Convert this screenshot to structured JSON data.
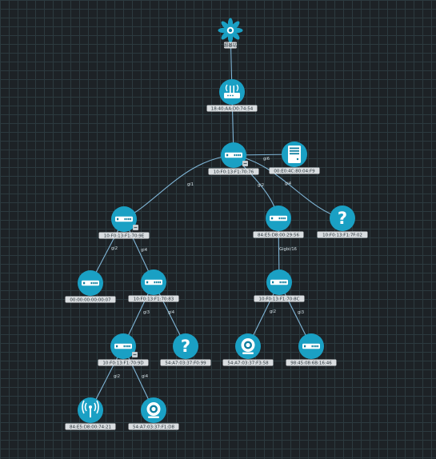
{
  "colors": {
    "node": "#1aa0c4",
    "node_dark": "#0f7fa0",
    "link": "#7fb5d6",
    "label_bg": "#d9dde0",
    "canvas": "#1d2226"
  },
  "nodes": [
    {
      "id": "root",
      "label": "超基站",
      "icon": "flower-icon",
      "kind": "gateway"
    },
    {
      "id": "router",
      "label": "18:40:AA:D0:74:54",
      "icon": "router-icon",
      "kind": "router"
    },
    {
      "id": "core",
      "label": "10:F0:13:F1:70:76",
      "icon": "switch-icon",
      "kind": "switch",
      "badge": true
    },
    {
      "id": "server",
      "label": "00:E0:4C:80:04:F9",
      "icon": "server-icon",
      "kind": "server"
    },
    {
      "id": "sw-left",
      "label": "10:F0:13:F1:70:9E",
      "icon": "switch-icon",
      "kind": "switch",
      "badge": true
    },
    {
      "id": "sw-right",
      "label": "84:E5:D8:00:29:56",
      "icon": "switch-icon",
      "kind": "switch"
    },
    {
      "id": "unk1",
      "label": "10:F0:13:F1:7F:02",
      "icon": "question-icon",
      "kind": "unknown"
    },
    {
      "id": "dev0",
      "label": "00:00:00:00:00:07",
      "icon": "switch-icon",
      "kind": "switch"
    },
    {
      "id": "sw-l2",
      "label": "10:F0:13:F1:70:83",
      "icon": "switch-icon",
      "kind": "switch"
    },
    {
      "id": "sw-r2",
      "label": "10:F0:13:F1:70:8C",
      "icon": "switch-icon",
      "kind": "switch"
    },
    {
      "id": "sw-l3",
      "label": "10:F0:13:F1:70:9D",
      "icon": "switch-icon",
      "kind": "switch",
      "badge": true
    },
    {
      "id": "unk2",
      "label": "54:A7:03:37:F0:99",
      "icon": "question-icon",
      "kind": "unknown"
    },
    {
      "id": "cam1",
      "label": "54:A7:03:37:F3:58",
      "icon": "camera-icon",
      "kind": "camera"
    },
    {
      "id": "dev1",
      "label": "98:45:08:6B:16:46",
      "icon": "switch-icon",
      "kind": "switch"
    },
    {
      "id": "ap1",
      "label": "84:E5:D8:00:74:21",
      "icon": "antenna-icon",
      "kind": "ap"
    },
    {
      "id": "cam2",
      "label": "54:A7:03:37:F1:D8",
      "icon": "camera-icon",
      "kind": "camera"
    }
  ],
  "links": [
    {
      "from": "root",
      "to": "router",
      "port": ""
    },
    {
      "from": "router",
      "to": "core",
      "port": ""
    },
    {
      "from": "core",
      "to": "server",
      "port": "gi6"
    },
    {
      "from": "core",
      "to": "sw-left",
      "port": "gi1"
    },
    {
      "from": "core",
      "to": "sw-right",
      "port": "gi2"
    },
    {
      "from": "core",
      "to": "unk1",
      "port": "gi4"
    },
    {
      "from": "sw-left",
      "to": "dev0",
      "port": "gi2"
    },
    {
      "from": "sw-left",
      "to": "sw-l2",
      "port": "gi4"
    },
    {
      "from": "sw-right",
      "to": "sw-r2",
      "port": "Gigbi/16"
    },
    {
      "from": "sw-l2",
      "to": "sw-l3",
      "port": "gi3"
    },
    {
      "from": "sw-l2",
      "to": "unk2",
      "port": "gi4"
    },
    {
      "from": "sw-r2",
      "to": "cam1",
      "port": "gi2"
    },
    {
      "from": "sw-r2",
      "to": "dev1",
      "port": "gi3"
    },
    {
      "from": "sw-l3",
      "to": "ap1",
      "port": "gi2"
    },
    {
      "from": "sw-l3",
      "to": "cam2",
      "port": "gi4"
    }
  ]
}
